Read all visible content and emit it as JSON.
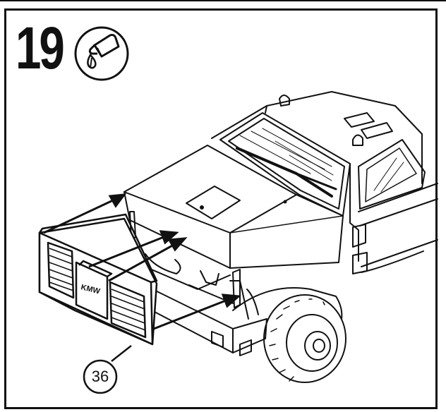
{
  "instruction": {
    "step_number": "19",
    "icon": "glue-tube-icon",
    "part_number": "36"
  },
  "grille_label": "KMW"
}
